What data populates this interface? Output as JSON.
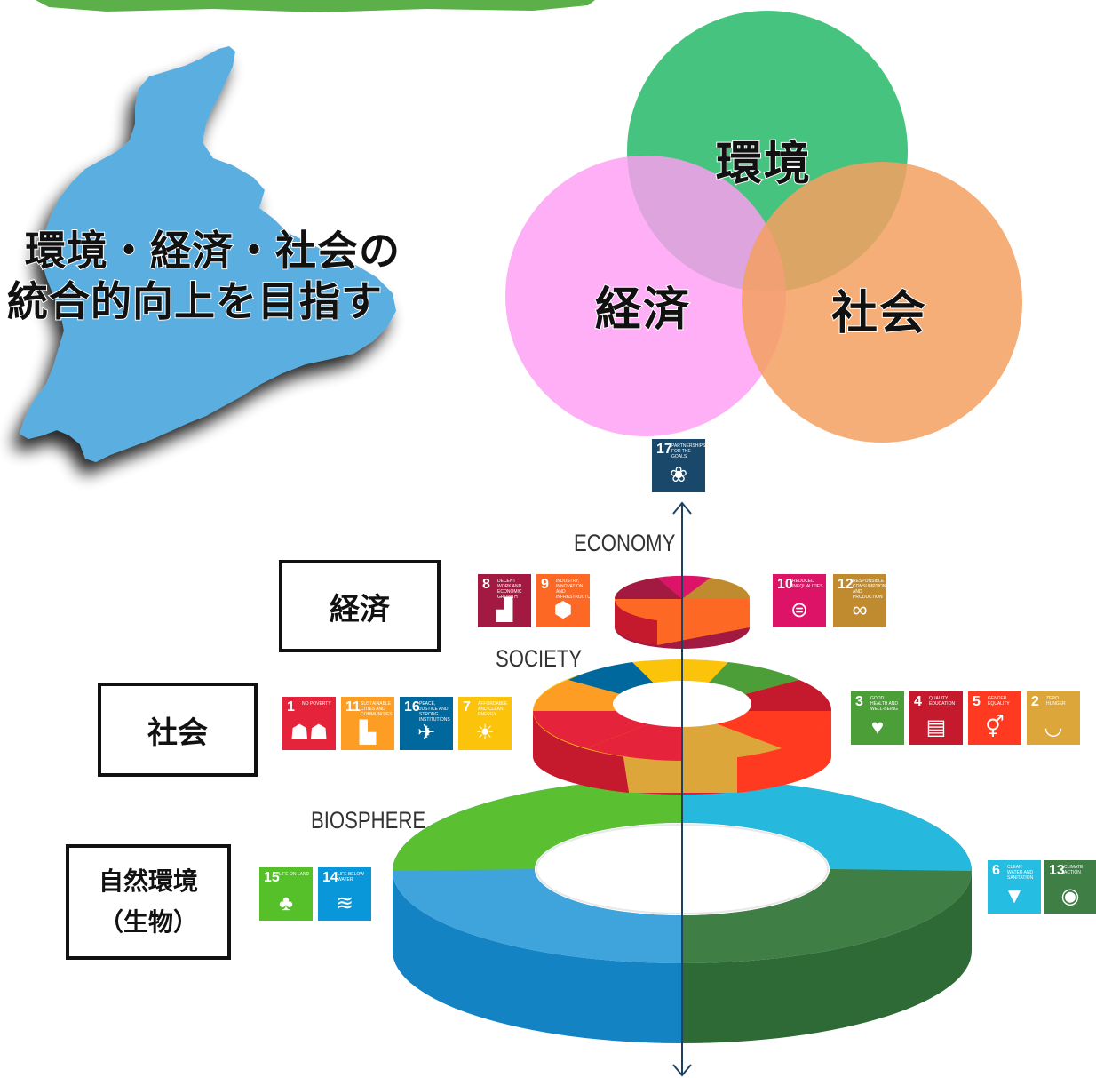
{
  "map_block": {
    "line1": "環境・経済・社会の",
    "line2": "統合的向上を目指す",
    "color": "#5aaee0"
  },
  "venn": {
    "environment": {
      "label": "環境",
      "color": "#3cc178"
    },
    "economy": {
      "label": "経済",
      "color": "#ff9ef3"
    },
    "society": {
      "label": "社会",
      "color": "#f5a060"
    }
  },
  "wedding_cake": {
    "top_goal": {
      "number": "17",
      "caption": "Partnerships for the goals",
      "color": "#19486a",
      "icon": "flower-ring-icon"
    },
    "levels": {
      "economy": "ECONOMY",
      "society": "SOCIETY",
      "biosphere": "BIOSPHERE"
    },
    "boxes": {
      "economy": "経済",
      "society": "社会",
      "nature_line1": "自然環境",
      "nature_line2": "（生物）"
    },
    "economy_left": [
      {
        "number": "8",
        "caption": "Decent work and economic growth",
        "color": "#a21942",
        "icon": "bar-chart-icon"
      },
      {
        "number": "9",
        "caption": "Industry, innovation and infrastructure",
        "color": "#fd6925",
        "icon": "cubes-icon"
      }
    ],
    "economy_right": [
      {
        "number": "10",
        "caption": "Reduced inequalities",
        "color": "#dd1367",
        "icon": "equals-circle-icon"
      },
      {
        "number": "12",
        "caption": "Responsible consumption and production",
        "color": "#bf8b2e",
        "icon": "infinity-icon"
      }
    ],
    "society_left": [
      {
        "number": "1",
        "caption": "No poverty",
        "color": "#e5243b",
        "icon": "family-icon"
      },
      {
        "number": "11",
        "caption": "Sustainable cities and communities",
        "color": "#fd9d24",
        "icon": "buildings-icon"
      },
      {
        "number": "16",
        "caption": "Peace, justice and strong institutions",
        "color": "#00689d",
        "icon": "dove-icon"
      },
      {
        "number": "7",
        "caption": "Affordable and clean energy",
        "color": "#fcc30b",
        "icon": "sun-icon"
      }
    ],
    "society_right": [
      {
        "number": "3",
        "caption": "Good health and well-being",
        "color": "#4c9f38",
        "icon": "heartbeat-icon"
      },
      {
        "number": "4",
        "caption": "Quality education",
        "color": "#c5192d",
        "icon": "book-icon"
      },
      {
        "number": "5",
        "caption": "Gender equality",
        "color": "#ff3a21",
        "icon": "gender-icon"
      },
      {
        "number": "2",
        "caption": "Zero hunger",
        "color": "#dda63a",
        "icon": "bowl-icon"
      }
    ],
    "biosphere_left": [
      {
        "number": "15",
        "caption": "Life on land",
        "color": "#56c02b",
        "icon": "tree-icon"
      },
      {
        "number": "14",
        "caption": "Life below water",
        "color": "#0a97d9",
        "icon": "fish-icon"
      }
    ],
    "biosphere_right": [
      {
        "number": "6",
        "caption": "Clean water and sanitation",
        "color": "#26bde2",
        "icon": "water-drop-icon"
      },
      {
        "number": "13",
        "caption": "Climate action",
        "color": "#3f7e44",
        "icon": "eye-globe-icon"
      }
    ]
  }
}
